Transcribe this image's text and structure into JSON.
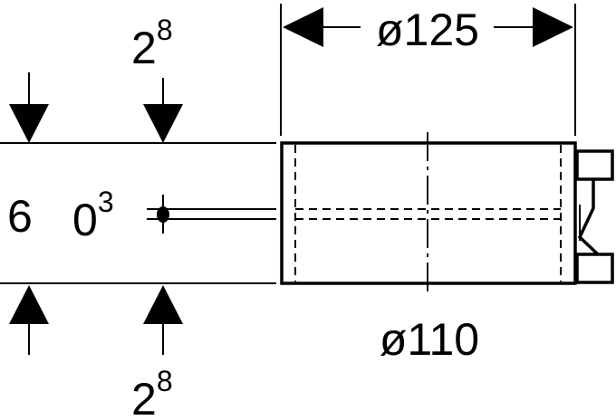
{
  "dimensions": {
    "outer_diameter": "ø125",
    "inner_diameter": "ø110",
    "top_width_base": "2",
    "top_width_exp": "8",
    "bottom_width_base": "2",
    "bottom_width_exp": "8",
    "left_height": "6",
    "pipe_base": "0",
    "pipe_exp": "3"
  },
  "colors": {
    "line": "#000000",
    "background": "#ffffff"
  }
}
